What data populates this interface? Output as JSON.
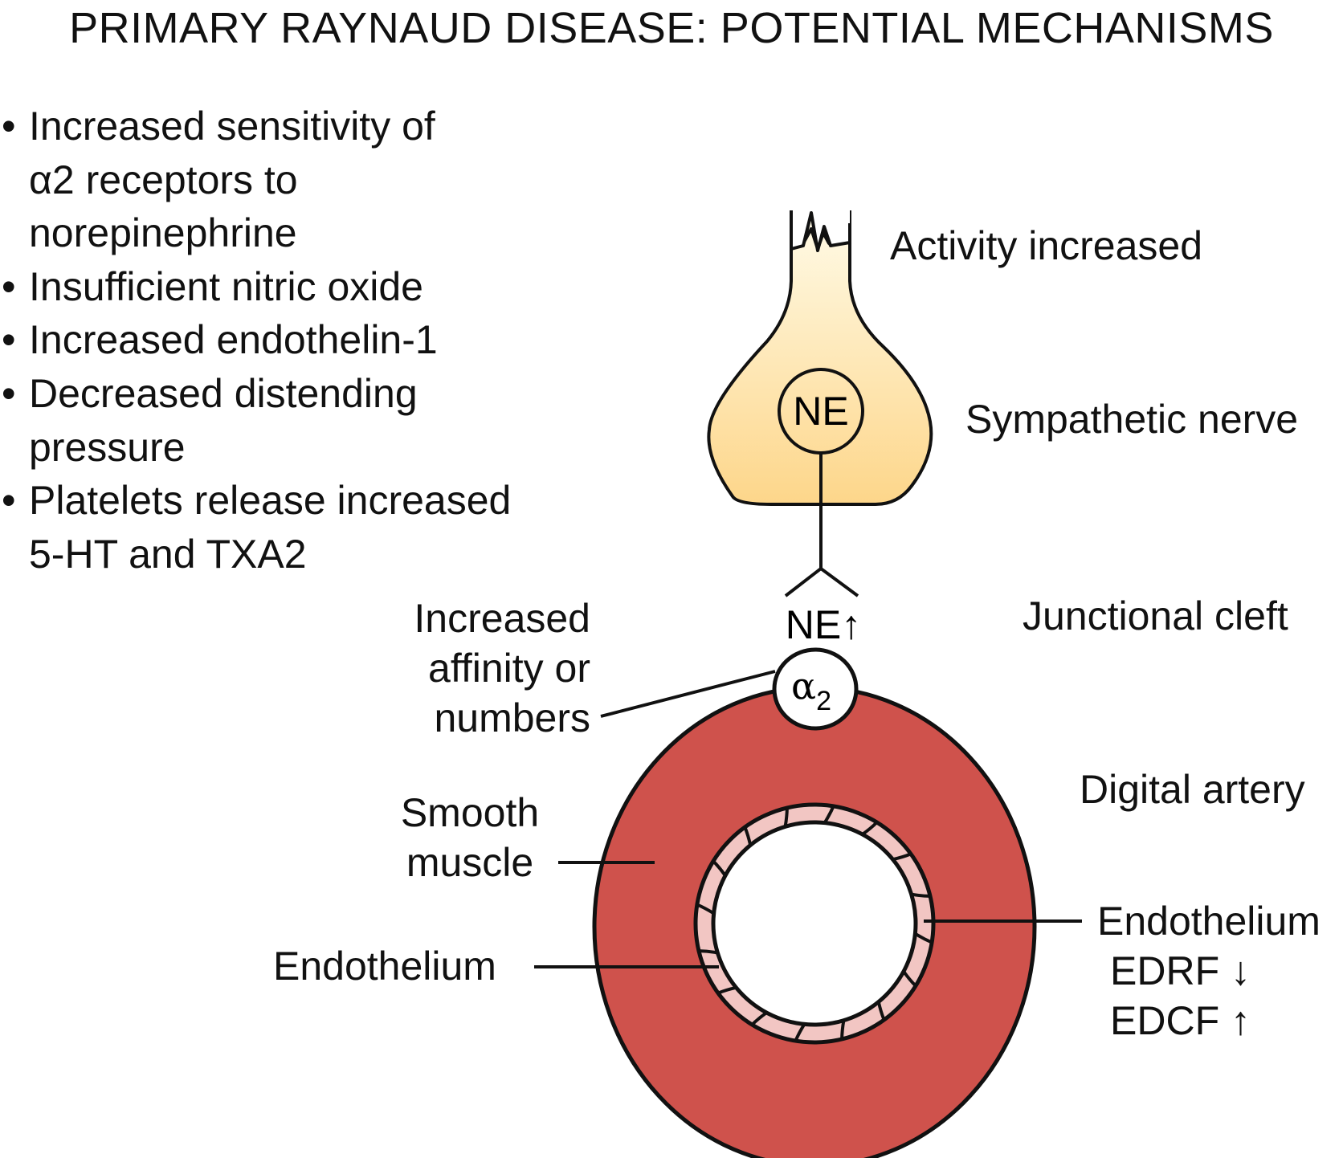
{
  "title": "PRIMARY RAYNAUD DISEASE: POTENTIAL MECHANISMS",
  "mechanisms": [
    {
      "line1": "Increased sensitivity of",
      "line2": "α2 receptors to",
      "line3": "norepinephrine"
    },
    {
      "line1": "Insufficient nitric oxide"
    },
    {
      "line1": "Increased endothelin-1"
    },
    {
      "line1": "Decreased distending",
      "line2": "pressure"
    },
    {
      "line1": "Platelets release increased",
      "line2": "5-HT and TXA2"
    }
  ],
  "bullet_symbol": "•",
  "labels": {
    "activity": "Activity increased",
    "nerve": "Sympathetic nerve",
    "cleft": "Junctional cleft",
    "artery": "Digital artery",
    "ne_vesicle": "NE",
    "ne_up": "NE↑",
    "alpha": "α",
    "alpha_sub": "2",
    "affinity_1": "Increased",
    "affinity_2": "affinity or",
    "affinity_3": "numbers",
    "smooth_1": "Smooth",
    "smooth_2": "muscle",
    "endothelium_left": "Endothelium",
    "endothelium_right": "Endothelium",
    "edrf": "EDRF ↓",
    "edcf": "EDCF ↑"
  },
  "colors": {
    "nerve_fill_top": "#fffbe8",
    "nerve_fill_bottom": "#fdd68a",
    "artery": "#cf524c",
    "endothelium": "#f2c6c3",
    "stroke": "#111111"
  }
}
